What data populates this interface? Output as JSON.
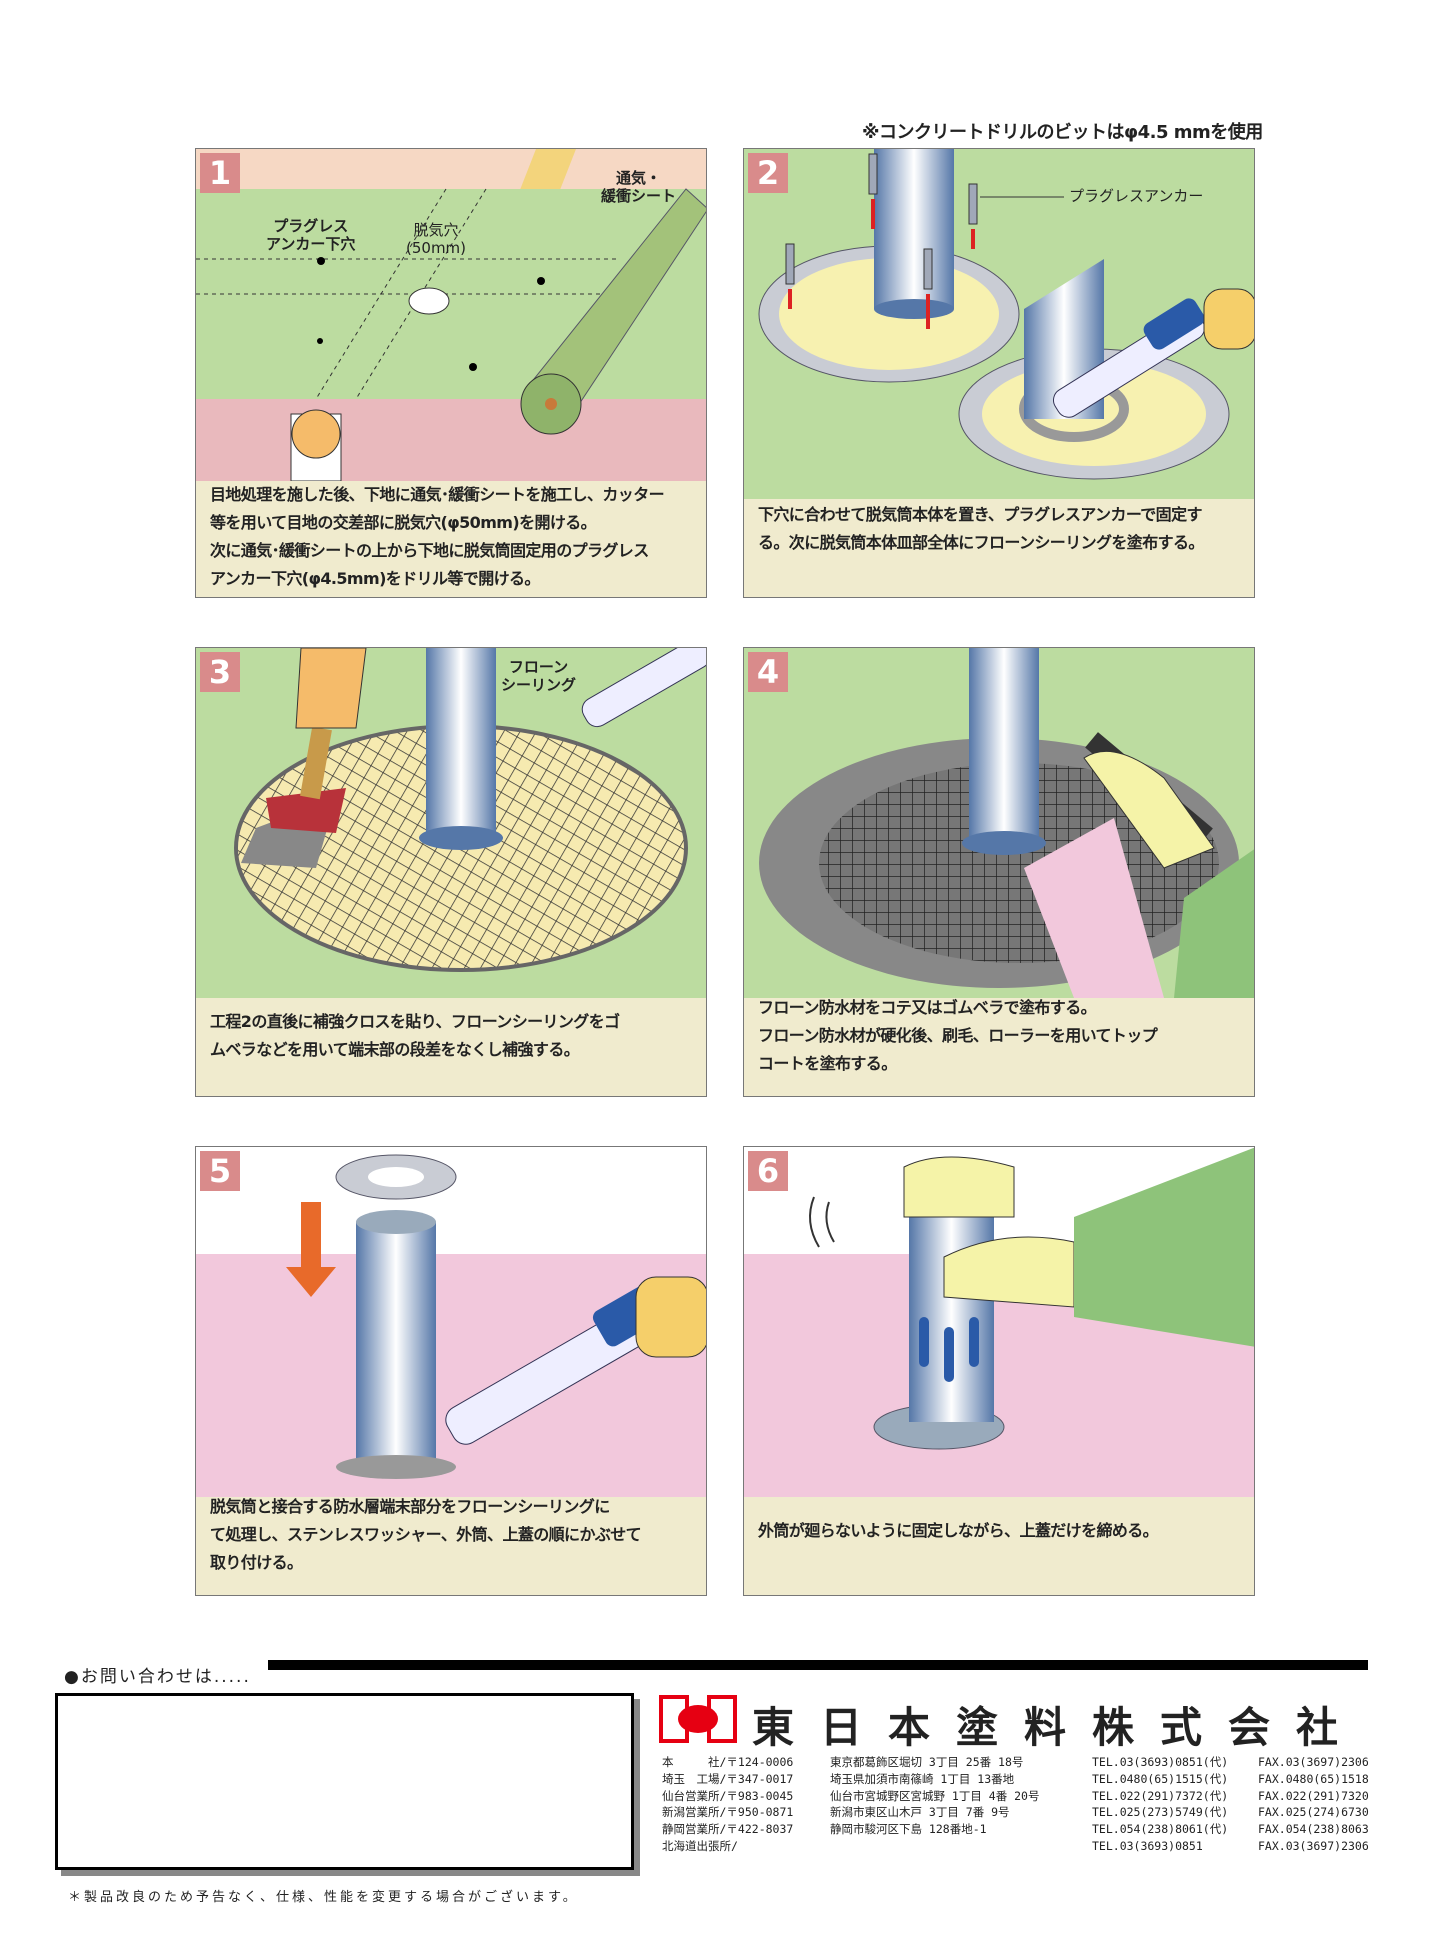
{
  "note": "※コンクリートドリルのビットはφ4.5 mmを使用",
  "steps": [
    {
      "num": "1",
      "labels": [
        "プラグレス\nアンカー下穴",
        "脱気穴\n(50mm)",
        "通気・\n緩衝シート"
      ],
      "caption": [
        "目地処理を施した後、下地に通気･緩衝シートを施工し、カッター",
        "等を用いて目地の交差部に脱気穴(φ50mm)を開ける。",
        "次に通気･緩衝シートの上から下地に脱気筒固定用のプラグレス",
        "アンカー下穴(φ4.5mm)をドリル等で開ける。"
      ]
    },
    {
      "num": "2",
      "labels": [
        "プラグレスアンカー"
      ],
      "caption": [
        "下穴に合わせて脱気筒本体を置き、プラグレスアンカーで固定す",
        "る。次に脱気筒本体皿部全体にフローンシーリングを塗布する。"
      ]
    },
    {
      "num": "3",
      "labels": [
        "フローン\nシーリング"
      ],
      "caption": [
        "工程2の直後に補強クロスを貼り、フローンシーリングをゴ",
        "ムベラなどを用いて端末部の段差をなくし補強する。"
      ]
    },
    {
      "num": "4",
      "labels": [],
      "caption": [
        "フローン防水材をコテ又はゴムベラで塗布する。",
        "フローン防水材が硬化後、刷毛、ローラーを用いてトップ",
        "コートを塗布する。"
      ]
    },
    {
      "num": "5",
      "labels": [],
      "caption": [
        "脱気筒と接合する防水層端末部分をフローンシーリングに",
        "て処理し、ステンレスワッシャー、外筒、上蓋の順にかぶせて",
        "取り付ける。"
      ]
    },
    {
      "num": "6",
      "labels": [],
      "caption": [
        "外筒が廻らないように固定しながら、上蓋だけを締める。"
      ]
    }
  ],
  "footer": {
    "inquiry": "●お問い合わせは.....",
    "company": "東日本塗料株式会社",
    "offices": [
      [
        "本　　　社/〒124-0006",
        "東京都葛飾区堀切 3丁目 25番 18号",
        "TEL.03(3693)0851(代)",
        "FAX.03(3697)2306"
      ],
      [
        "埼玉　工場/〒347-0017",
        "埼玉県加須市南篠崎 1丁目 13番地",
        "TEL.0480(65)1515(代)",
        "FAX.0480(65)1518"
      ],
      [
        "仙台営業所/〒983-0045",
        "仙台市宮城野区宮城野 1丁目 4番 20号",
        "TEL.022(291)7372(代)",
        "FAX.022(291)7320"
      ],
      [
        "新潟営業所/〒950-0871",
        "新潟市東区山木戸 3丁目 7番 9号",
        "TEL.025(273)5749(代)",
        "FAX.025(274)6730"
      ],
      [
        "静岡営業所/〒422-8037",
        "静岡市駿河区下島 128番地-1",
        "TEL.054(238)8061(代)",
        "FAX.054(238)8063"
      ],
      [
        "北海道出張所/",
        "",
        "TEL.03(3693)0851",
        "FAX.03(3697)2306"
      ]
    ],
    "disclaimer": "＊製品改良のため予告なく、仕様、性能を変更する場合がございます。"
  },
  "colors": {
    "green": "#bcdca0",
    "pink": "#f2c8dc",
    "peach": "#f6d8c4",
    "caption_bg": "#f0ebce",
    "logo_red": "#e60012"
  }
}
